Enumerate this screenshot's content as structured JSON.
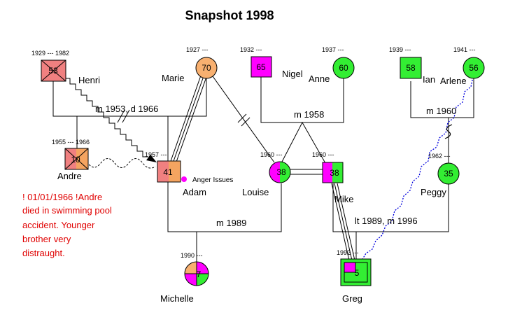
{
  "title": "Snapshot 1998",
  "colors": {
    "male_deceased": "#f08080",
    "male_child": "#f4a460",
    "female_peach": "#f8b070",
    "magenta": "#ff00ff",
    "green": "#33ee33",
    "note_red": "#e00000",
    "link_blue": "#0000dd"
  },
  "people": {
    "henri": {
      "name": "Henri",
      "birth_death": "1929 --- 1982",
      "age": "53"
    },
    "marie": {
      "name": "Marie",
      "birth_death": "1927 ---",
      "age": "70"
    },
    "nigel": {
      "name": "Nigel",
      "birth_death": "1932 ---",
      "age": "65"
    },
    "anne": {
      "name": "Anne",
      "birth_death": "1937 ---",
      "age": "60"
    },
    "ian": {
      "name": "Ian",
      "birth_death": "1939 ---",
      "age": "58"
    },
    "arlene": {
      "name": "Arlene",
      "birth_death": "1941 ---",
      "age": "56"
    },
    "andre": {
      "name": "Andre",
      "birth_death": "1955 --- 1966",
      "age": "10"
    },
    "adam": {
      "name": "Adam",
      "birth_death": "1957 ---",
      "age": "41"
    },
    "louise": {
      "name": "Louise",
      "birth_death": "1960 ---",
      "age": "38"
    },
    "mike": {
      "name": "Mike",
      "birth_death": "1960 ---",
      "age": "38"
    },
    "peggy": {
      "name": "Peggy",
      "birth_death": "1962 ---",
      "age": "35"
    },
    "michelle": {
      "name": "Michelle",
      "birth_death": "1990 ---",
      "age": "7"
    },
    "greg": {
      "name": "Greg",
      "birth_death": "1992 ---",
      "age": "5"
    }
  },
  "relationships": {
    "henri_marie": "m 1953, d 1966",
    "nigel_anne": "m 1958",
    "ian_arlene": "m 1960",
    "adam_louise": "m 1989",
    "mike_peggy": "lt 1989, m 1996"
  },
  "legend": {
    "anger_issues": "Anger Issues"
  },
  "note": {
    "lines": [
      "! 01/01/1966 !Andre",
      "died in swimming pool",
      "accident. Younger",
      "brother very",
      "distraught."
    ]
  }
}
